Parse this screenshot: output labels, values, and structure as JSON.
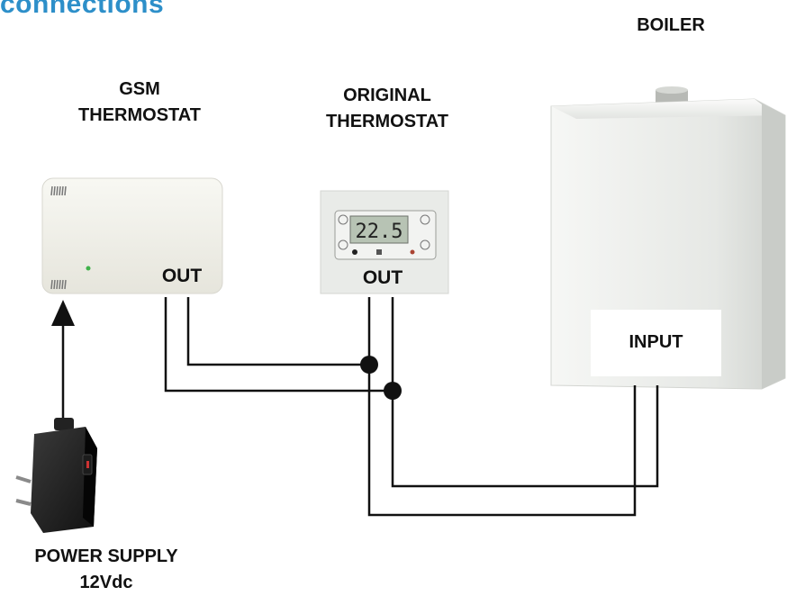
{
  "title": "connections",
  "labels": {
    "boiler": "BOILER",
    "gsm_line1": "GSM",
    "gsm_line2": "THERMOSTAT",
    "orig_line1": "ORIGINAL",
    "orig_line2": "THERMOSTAT",
    "out_gsm": "OUT",
    "out_orig": "OUT",
    "input": "INPUT",
    "psu_line1": "POWER SUPPLY",
    "psu_line2": "12Vdc"
  },
  "thermostat_display": "22.5",
  "colors": {
    "title": "#2d8fc9",
    "wire": "#111111",
    "boiler_body": "#e9ebe8"
  }
}
